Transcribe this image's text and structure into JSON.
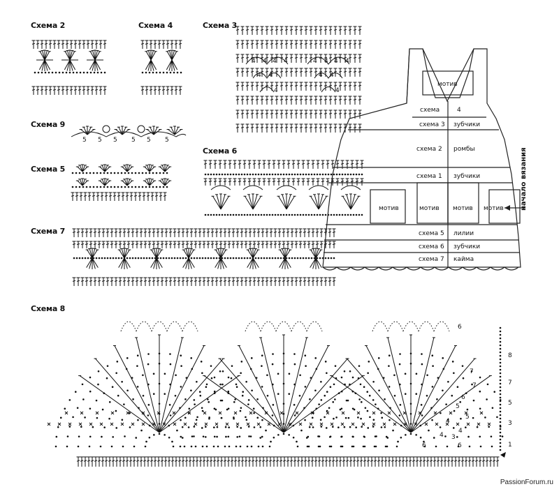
{
  "labels": {
    "s2": "Схема 2",
    "s4": "Схема 4",
    "s3": "Схема 3",
    "s9": "Схема 9",
    "s5": "Схема 5",
    "s6": "Схема 6",
    "s7": "Схема 7",
    "s8": "Схема 8"
  },
  "schema9_numbers": [
    "5",
    "5",
    "5",
    "5",
    "5",
    "5"
  ],
  "schema3_numbers": [
    "4",
    "4",
    "4",
    "4",
    "4",
    "4",
    "4",
    "4",
    "4",
    "4",
    "4",
    "4",
    "4",
    "4"
  ],
  "schema8_row_numbers": [
    "8",
    "7",
    "5",
    "3",
    "1"
  ],
  "schema8_inner_numbers": [
    "6",
    "7",
    "7",
    "6",
    "5",
    "5",
    "4",
    "4",
    "3",
    "6",
    "6",
    "4"
  ],
  "garment": {
    "motif_top": "мотив",
    "row_schema4": "схема",
    "row_schema4_num": "4",
    "rows": [
      {
        "left": "схема 3",
        "right": "зубчики"
      },
      {
        "left": "схема 2",
        "right": "ромбы"
      },
      {
        "left": "схема 1",
        "right": "зубчики"
      },
      {
        "left": "схема 5",
        "right": "лилии"
      },
      {
        "left": "схема 6",
        "right": "зубчики"
      },
      {
        "left": "схема 7",
        "right": "кайма"
      }
    ],
    "motifs": [
      "мотив",
      "мотив",
      "мотив",
      "мотив"
    ],
    "start_label": "начало вязания"
  },
  "watermark": "PassionForum.ru"
}
